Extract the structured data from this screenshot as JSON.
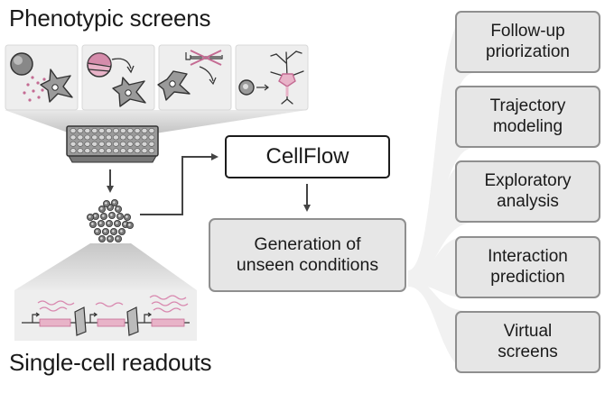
{
  "titles": {
    "phenotypic": "Phenotypic screens",
    "readouts": "Single-cell readouts"
  },
  "center": {
    "cellflow": "CellFlow",
    "generation_line1": "Generation of",
    "generation_line2": "unseen conditions"
  },
  "outputs": [
    {
      "line1": "Follow-up",
      "line2": "priorization"
    },
    {
      "line1": "Trajectory",
      "line2": "modeling"
    },
    {
      "line1": "Exploratory",
      "line2": "analysis"
    },
    {
      "line1": "Interaction",
      "line2": "prediction"
    },
    {
      "line1": "Virtual",
      "line2": "screens"
    }
  ],
  "colors": {
    "accent_pink": "#c46b93",
    "pink_light": "#e8b3c8",
    "box_fill": "#e6e6e6",
    "box_border": "#8f8f8f",
    "panel_fill": "#eeeeee",
    "fan_fill": "#f1f1f1",
    "arrow": "#444444"
  }
}
